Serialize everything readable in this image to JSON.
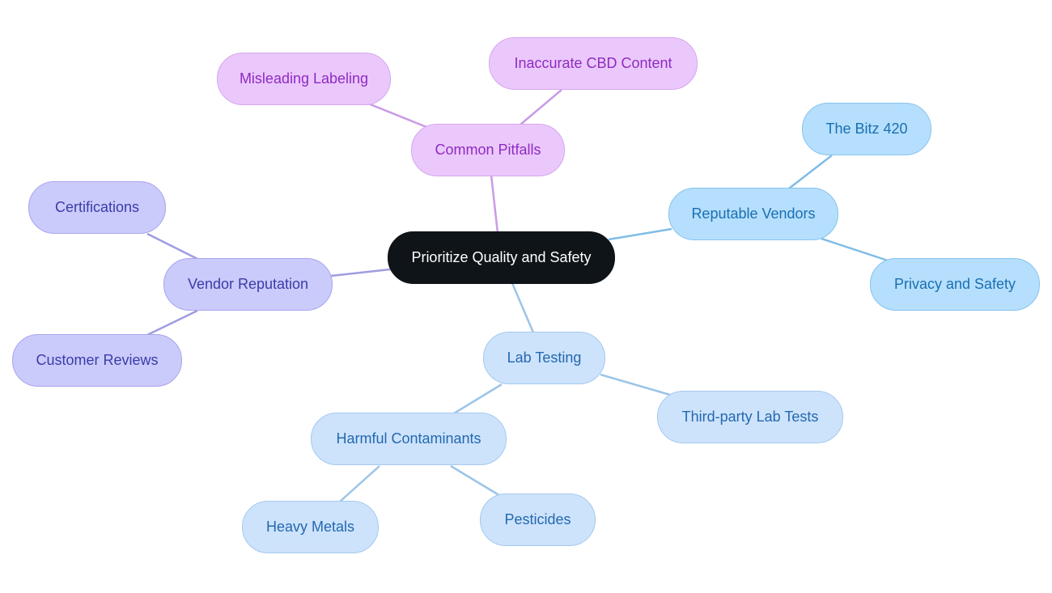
{
  "mindmap": {
    "root": {
      "label": "Prioritize Quality and Safety"
    },
    "common_pitfalls": {
      "label": "Common Pitfalls"
    },
    "misleading_labeling": {
      "label": "Misleading Labeling"
    },
    "inaccurate_cbd_content": {
      "label": "Inaccurate CBD Content"
    },
    "reputable_vendors": {
      "label": "Reputable Vendors"
    },
    "the_bitz_420": {
      "label": "The Bitz 420"
    },
    "privacy_and_safety": {
      "label": "Privacy and Safety"
    },
    "vendor_reputation": {
      "label": "Vendor Reputation"
    },
    "certifications": {
      "label": "Certifications"
    },
    "customer_reviews": {
      "label": "Customer Reviews"
    },
    "lab_testing": {
      "label": "Lab Testing"
    },
    "third_party_lab_tests": {
      "label": "Third-party Lab Tests"
    },
    "harmful_contaminants": {
      "label": "Harmful Contaminants"
    },
    "heavy_metals": {
      "label": "Heavy Metals"
    },
    "pesticides": {
      "label": "Pesticides"
    }
  },
  "colors": {
    "pitfalls_branch": "#c99be6",
    "vendors_branch": "#7fbde6",
    "reputation_branch": "#9f9de0",
    "lab_branch": "#9cc4e8"
  }
}
